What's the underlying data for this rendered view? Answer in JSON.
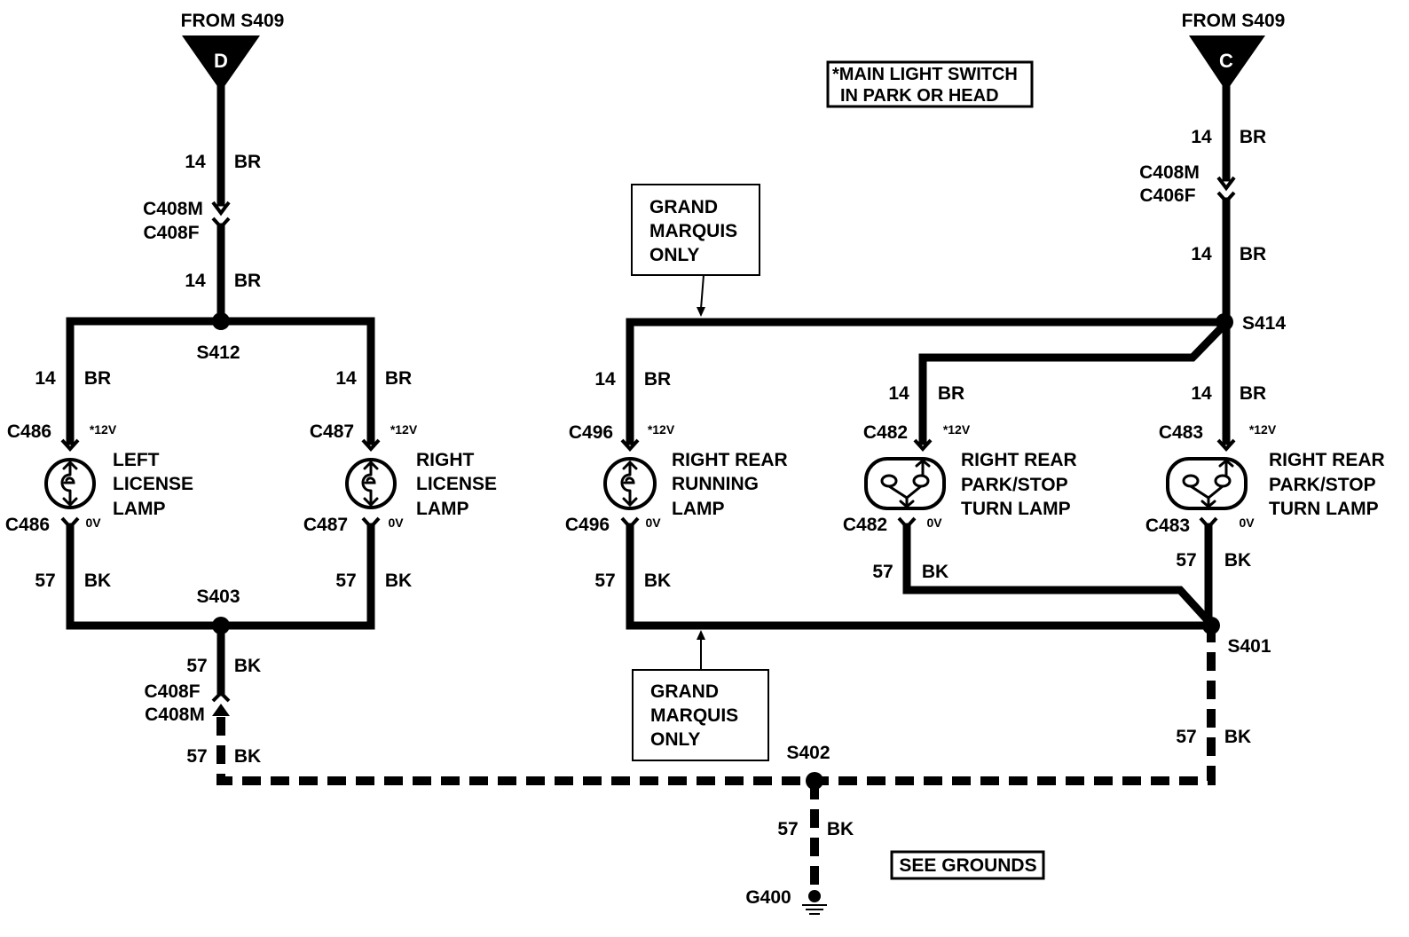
{
  "feeds": {
    "left": {
      "label": "FROM S409",
      "pin": "D"
    },
    "right": {
      "label": "FROM S409",
      "pin": "C"
    }
  },
  "notes": {
    "main_switch": {
      "line1": "*MAIN LIGHT SWITCH",
      "line2": "IN PARK OR HEAD"
    },
    "grand_marquis_top": {
      "line1": "GRAND",
      "line2": "MARQUIS",
      "line3": "ONLY"
    },
    "grand_marquis_bottom": {
      "line1": "GRAND",
      "line2": "MARQUIS",
      "line3": "ONLY"
    },
    "see_grounds": "SEE GROUNDS"
  },
  "inline_connectors": {
    "left_upper": {
      "top": "C408M",
      "bottom": "C408F"
    },
    "left_lower": {
      "top": "C408F",
      "bottom": "C408M"
    },
    "right_upper": {
      "top": "C408M",
      "bottom": "C406F"
    }
  },
  "splices": {
    "s412": "S412",
    "s403": "S403",
    "s402": "S402",
    "s414": "S414",
    "s401": "S401"
  },
  "ground": "G400",
  "wires": {
    "left_feed_upper": {
      "gauge": "14",
      "color": "BR"
    },
    "left_feed_lower": {
      "gauge": "14",
      "color": "BR"
    },
    "left_license_feed": {
      "gauge": "14",
      "color": "BR"
    },
    "right_license_feed": {
      "gauge": "14",
      "color": "BR"
    },
    "left_license_ground": {
      "gauge": "57",
      "color": "BK"
    },
    "right_license_ground": {
      "gauge": "57",
      "color": "BK"
    },
    "s403_upper": {
      "gauge": "57",
      "color": "BK"
    },
    "s403_lower": {
      "gauge": "57",
      "color": "BK"
    },
    "g400": {
      "gauge": "57",
      "color": "BK"
    },
    "running_feed": {
      "gauge": "14",
      "color": "BR"
    },
    "running_ground": {
      "gauge": "57",
      "color": "BK"
    },
    "right_feed_upper": {
      "gauge": "14",
      "color": "BR"
    },
    "right_feed_lower": {
      "gauge": "14",
      "color": "BR"
    },
    "c482_feed": {
      "gauge": "14",
      "color": "BR"
    },
    "c483_feed": {
      "gauge": "14",
      "color": "BR"
    },
    "c482_ground": {
      "gauge": "57",
      "color": "BK"
    },
    "c483_ground": {
      "gauge": "57",
      "color": "BK"
    },
    "s401_to_s402": {
      "gauge": "57",
      "color": "BK"
    }
  },
  "lamps": {
    "left_license": {
      "name": [
        "LEFT",
        "LICENSE",
        "LAMP"
      ],
      "connector_top": "C486",
      "voltage_top": "*12V",
      "connector_bottom": "C486",
      "voltage_bottom": "0V"
    },
    "right_license": {
      "name": [
        "RIGHT",
        "LICENSE",
        "LAMP"
      ],
      "connector_top": "C487",
      "voltage_top": "*12V",
      "connector_bottom": "C487",
      "voltage_bottom": "0V"
    },
    "right_rear_running": {
      "name": [
        "RIGHT REAR",
        "RUNNING",
        "LAMP"
      ],
      "connector_top": "C496",
      "voltage_top": "*12V",
      "connector_bottom": "C496",
      "voltage_bottom": "0V"
    },
    "park_stop_turn_c482": {
      "name": [
        "RIGHT REAR",
        "PARK/STOP",
        "TURN LAMP"
      ],
      "connector_top": "C482",
      "voltage_top": "*12V",
      "connector_bottom": "C482",
      "voltage_bottom": "0V"
    },
    "park_stop_turn_c483": {
      "name": [
        "RIGHT REAR",
        "PARK/STOP",
        "TURN LAMP"
      ],
      "connector_top": "C483",
      "voltage_top": "*12V",
      "connector_bottom": "C483",
      "voltage_bottom": "0V"
    }
  }
}
